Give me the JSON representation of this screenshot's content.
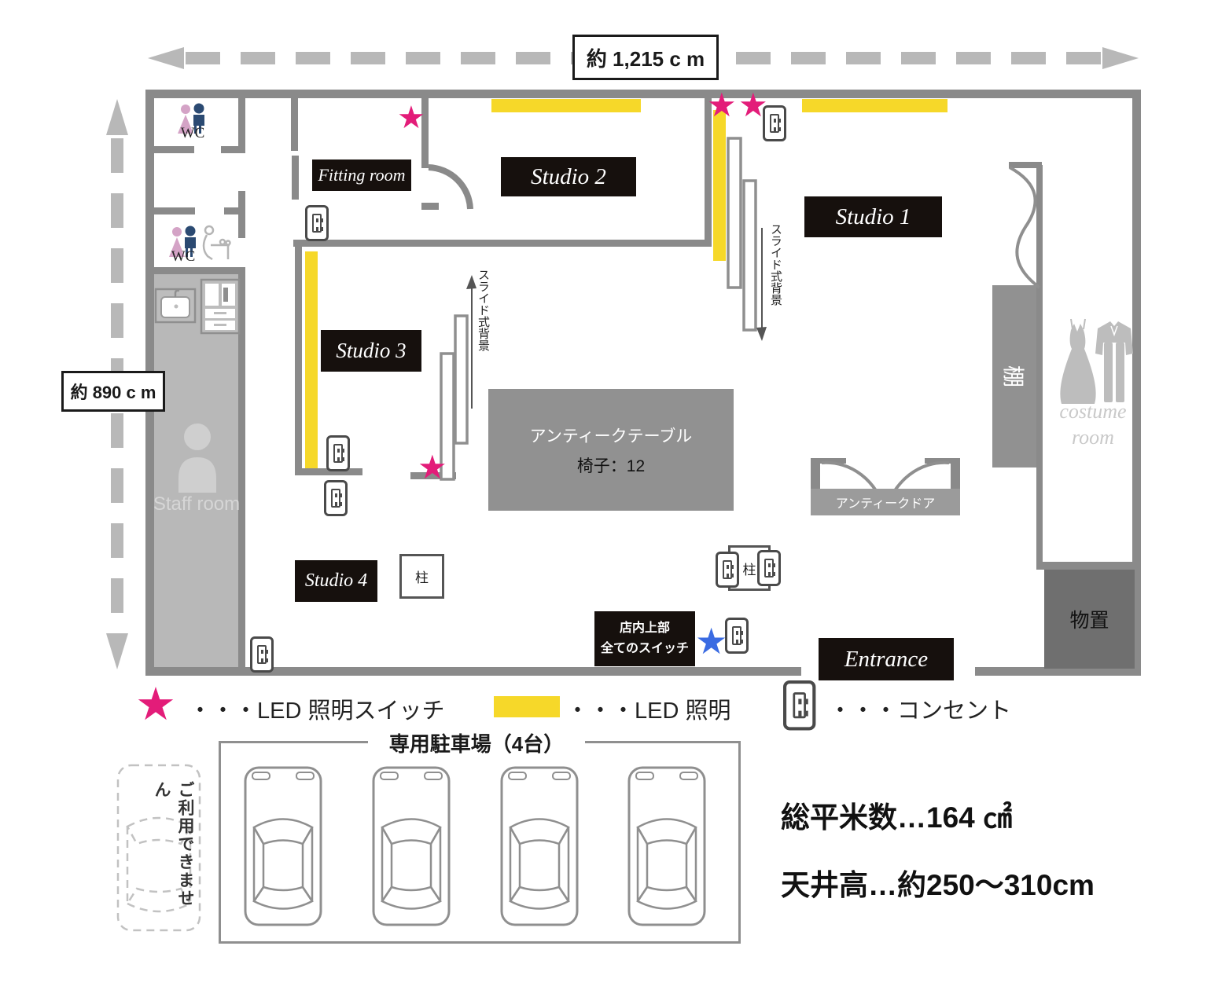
{
  "colors": {
    "wall_gray": "#8a8a8a",
    "led_yellow": "#f6d829",
    "switch_pink": "#e31c79",
    "switch_blue": "#3a6be2",
    "label_black": "#16100d",
    "staff_gray": "#b8b8b8",
    "table_gray": "#919191",
    "storage_gray": "#6f6f6f"
  },
  "icons": {
    "star": "★"
  },
  "dimensions": {
    "width_label": "約 1,215 c m",
    "height_label": "約 890 c m"
  },
  "rooms": {
    "wc_top": "WC",
    "wc_bottom": "WC",
    "fitting_room": "Fitting room",
    "studio1": "Studio 1",
    "studio2": "Studio 2",
    "studio3": "Studio 3",
    "studio4": "Studio 4",
    "staff_room": "Staff room",
    "costume_line1": "costume",
    "costume_line2": "room",
    "entrance": "Entrance",
    "storage": "物置"
  },
  "labels": {
    "pillar_a": "柱",
    "pillar_b": "柱",
    "shelf": "棚",
    "slide_backdrop_center": "スライド式背景",
    "slide_backdrop_right": "スライド式背景"
  },
  "furniture": {
    "antique_table_title": "アンティークテーブル",
    "antique_table_chairs": "椅子：12",
    "antique_door": "アンティークドア"
  },
  "controls": {
    "master_switch_line1": "店内上部",
    "master_switch_line2": "全てのスイッチ"
  },
  "legend": {
    "switch_label": "・・・LED 照明スイッチ",
    "light_label": "・・・LED 照明",
    "outlet_label": "・・・コンセント"
  },
  "parking": {
    "title": "専用駐車場（4台）",
    "unavailable": "ご利用できません",
    "car_count": 4
  },
  "stats": {
    "total_area": "総平米数…164 ㎠",
    "ceiling_height": "天井高…約250〜310cm"
  }
}
